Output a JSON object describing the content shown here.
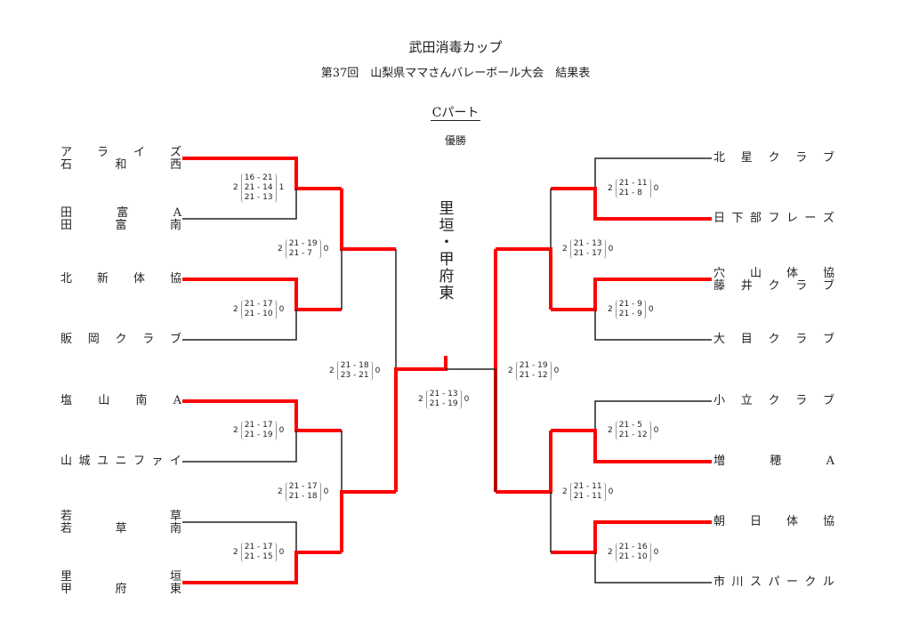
{
  "header": {
    "title": "武田消毒カップ",
    "subtitle": "第37回　山梨県ママさんバレーボール大会　結果表",
    "part": "Cパート",
    "champion_label": "優勝"
  },
  "champion": {
    "chars": [
      "里",
      "垣",
      "・",
      "甲",
      "府",
      "東"
    ]
  },
  "colors": {
    "winner_line": "#ff0000",
    "loser_line": "#222222"
  },
  "left_teams": [
    {
      "name": "アライズ石和西",
      "rows": [
        [
          "ア",
          "ラ",
          "イ",
          "ズ"
        ],
        [
          "石",
          "和",
          "西"
        ]
      ]
    },
    {
      "name": "田富A田富南",
      "rows": [
        [
          "田",
          "富",
          "A"
        ],
        [
          "田",
          "富",
          "南"
        ]
      ]
    },
    {
      "name": "北新体協",
      "rows": [
        [
          "北",
          "新",
          "体",
          "協"
        ]
      ]
    },
    {
      "name": "販岡クラブ",
      "rows": [
        [
          "販",
          "岡",
          "ク",
          "ラ",
          "ブ"
        ]
      ]
    },
    {
      "name": "塩山南A",
      "rows": [
        [
          "塩",
          "山",
          "南",
          "A"
        ]
      ]
    },
    {
      "name": "山城ユニファイ",
      "rows": [
        [
          "山",
          "城",
          "ユ",
          "ニ",
          "フ",
          "ァ",
          "イ"
        ]
      ]
    },
    {
      "name": "若草若草南",
      "rows": [
        [
          "若",
          "",
          "草"
        ],
        [
          "若",
          "草",
          "南"
        ]
      ]
    },
    {
      "name": "里垣甲府東",
      "rows": [
        [
          "里",
          "",
          "垣"
        ],
        [
          "甲",
          "府",
          "東"
        ]
      ]
    }
  ],
  "right_teams": [
    {
      "name": "北星クラブ",
      "rows": [
        [
          "北",
          "星",
          "ク",
          "ラ",
          "ブ"
        ]
      ]
    },
    {
      "name": "日下部フレーズ",
      "rows": [
        [
          "日",
          "下",
          "部",
          "フ",
          "レ",
          "ー",
          "ズ"
        ]
      ]
    },
    {
      "name": "穴山体協藤井クラブ",
      "rows": [
        [
          "穴",
          "山",
          "体",
          "協"
        ],
        [
          "藤",
          "井",
          "ク",
          "ラ",
          "ブ"
        ]
      ]
    },
    {
      "name": "大目クラブ",
      "rows": [
        [
          "大",
          "目",
          "ク",
          "ラ",
          "ブ"
        ]
      ]
    },
    {
      "name": "小立クラブ",
      "rows": [
        [
          "小",
          "立",
          "ク",
          "ラ",
          "ブ"
        ]
      ]
    },
    {
      "name": "増穂A",
      "rows": [
        [
          "増",
          "穂",
          "A"
        ]
      ]
    },
    {
      "name": "朝日体協",
      "rows": [
        [
          "朝",
          "日",
          "体",
          "協"
        ]
      ]
    },
    {
      "name": "市川スパークル",
      "rows": [
        [
          "市",
          "川",
          "ス",
          "パ",
          "ー",
          "ク",
          "ル"
        ]
      ]
    }
  ],
  "matches": [
    {
      "id": "L1",
      "winner_sets": "2",
      "loser_sets": "1",
      "sets": [
        "16 - 21",
        "21 - 14",
        "21 - 13"
      ]
    },
    {
      "id": "L2",
      "winner_sets": "2",
      "loser_sets": "0",
      "sets": [
        "21 - 17",
        "21 - 10"
      ]
    },
    {
      "id": "L3",
      "winner_sets": "2",
      "loser_sets": "0",
      "sets": [
        "21 - 17",
        "21 - 19"
      ]
    },
    {
      "id": "L4",
      "winner_sets": "2",
      "loser_sets": "0",
      "sets": [
        "21 - 17",
        "21 - 15"
      ]
    },
    {
      "id": "L5",
      "winner_sets": "2",
      "loser_sets": "0",
      "sets": [
        "21 - 19",
        "21 - 7"
      ]
    },
    {
      "id": "L6",
      "winner_sets": "2",
      "loser_sets": "0",
      "sets": [
        "21 - 17",
        "21 - 18"
      ]
    },
    {
      "id": "L7",
      "winner_sets": "2",
      "loser_sets": "0",
      "sets": [
        "21 - 18",
        "23 - 21"
      ]
    },
    {
      "id": "R1",
      "winner_sets": "2",
      "loser_sets": "0",
      "sets": [
        "21 - 11",
        "21 - 8"
      ]
    },
    {
      "id": "R2",
      "winner_sets": "2",
      "loser_sets": "0",
      "sets": [
        "21 - 9",
        "21 - 9"
      ]
    },
    {
      "id": "R3",
      "winner_sets": "2",
      "loser_sets": "0",
      "sets": [
        "21 - 5",
        "21 - 12"
      ]
    },
    {
      "id": "R4",
      "winner_sets": "2",
      "loser_sets": "0",
      "sets": [
        "21 - 16",
        "21 - 10"
      ]
    },
    {
      "id": "R5",
      "winner_sets": "2",
      "loser_sets": "0",
      "sets": [
        "21 - 13",
        "21 - 17"
      ]
    },
    {
      "id": "R6",
      "winner_sets": "2",
      "loser_sets": "0",
      "sets": [
        "21 - 11",
        "21 - 11"
      ]
    },
    {
      "id": "R7",
      "winner_sets": "2",
      "loser_sets": "0",
      "sets": [
        "21 - 19",
        "21 - 12"
      ]
    },
    {
      "id": "F",
      "winner_sets": "2",
      "loser_sets": "0",
      "sets": [
        "21 - 13",
        "21 - 19"
      ]
    }
  ]
}
